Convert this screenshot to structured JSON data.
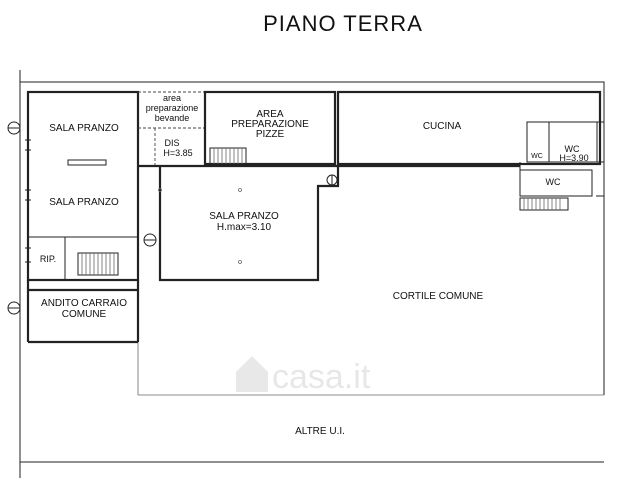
{
  "plan": {
    "title": "PIANO TERRA",
    "rooms": {
      "sala_pranzo_top": "SALA PRANZO",
      "sala_pranzo_mid": "SALA PRANZO",
      "sala_pranzo_main": "SALA PRANZO",
      "sala_pranzo_height": "H.max=3.10",
      "area_bevande_1": "area",
      "area_bevande_2": "preparazione",
      "area_bevande_3": "bevande",
      "dis": "DIS",
      "dis_height": "H=3.85",
      "area_pizze_1": "AREA",
      "area_pizze_2": "PREPARAZIONE",
      "area_pizze_3": "PIZZE",
      "cucina": "CUCINA",
      "wc_small": "WC",
      "wc_main": "WC",
      "wc_height": "H=3.90",
      "wc_lower": "WC",
      "rip": "RIP.",
      "andito_1": "ANDITO CARRAIO",
      "andito_2": "COMUNE",
      "cortile": "CORTILE COMUNE",
      "altre": "ALTRE U.I."
    },
    "watermark": "casa.it"
  }
}
